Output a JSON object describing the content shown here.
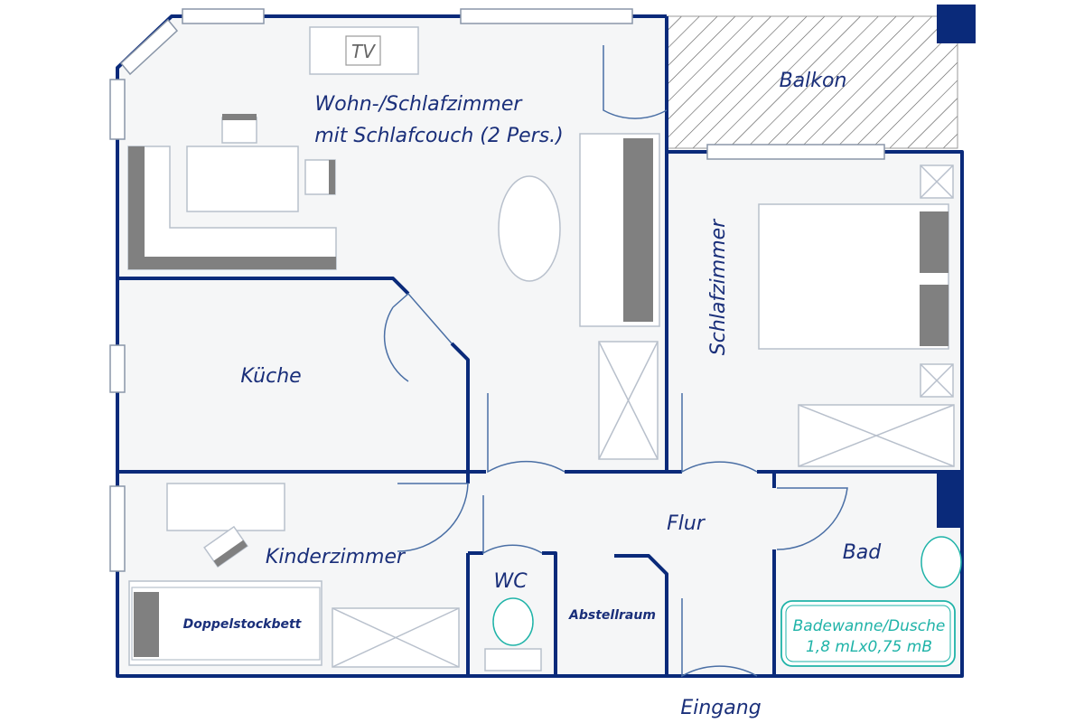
{
  "colors": {
    "wall": "#0a2a7a",
    "floor": "#f5f6f7",
    "furniture_dark": "#808080",
    "furniture_light": "#ffffff",
    "outline": "#b8c0cc",
    "teal": "#1fb3a8",
    "door_arc": "#4a6fa5"
  },
  "rooms": {
    "wohn_line1": "Wohn-/Schlafzimmer",
    "wohn_line2": "mit Schlafcouch (2 Pers.)",
    "balkon": "Balkon",
    "schlafzimmer": "Schlafzimmer",
    "kueche": "Küche",
    "kinderzimmer": "Kinderzimmer",
    "flur": "Flur",
    "wc": "WC",
    "abstellraum": "Abstellraum",
    "bad": "Bad"
  },
  "furniture": {
    "tv": "TV",
    "doppelstockbett": "Doppelstockbett",
    "badewanne_line1": "Badewanne/Dusche",
    "badewanne_line2": "1,8 mLx0,75 mB"
  },
  "entrance": "Eingang"
}
